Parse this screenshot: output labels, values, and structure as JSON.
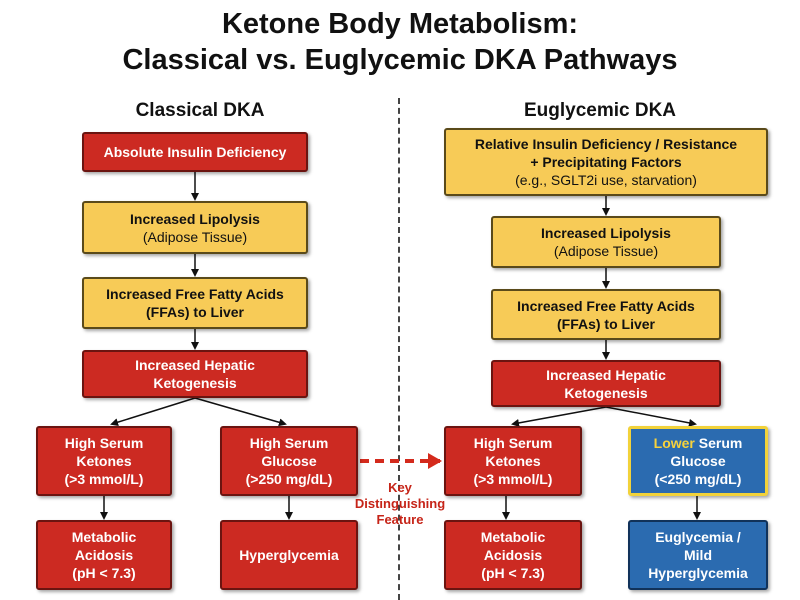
{
  "title": {
    "line1": "Ketone Body Metabolism:",
    "line2": "Classical vs. Euglycemic DKA Pathways"
  },
  "classical": {
    "heading": "Classical DKA",
    "insulin": {
      "line1": "Absolute Insulin Deficiency"
    },
    "lipolysis": {
      "line1": "Increased Lipolysis",
      "line2": "(Adipose Tissue)"
    },
    "ffa": {
      "line1": "Increased Free Fatty Acids",
      "line2": "(FFAs) to Liver"
    },
    "ketogenesis": {
      "line1": "Increased Hepatic",
      "line2": "Ketogenesis"
    },
    "ketones": {
      "line1": "High Serum",
      "line2": "Ketones",
      "line3": "(>3 mmol/L)"
    },
    "glucose": {
      "line1": "High Serum",
      "line2": "Glucose",
      "line3": "(>250 mg/dL)"
    },
    "acidosis": {
      "line1": "Metabolic",
      "line2": "Acidosis",
      "line3": "(pH < 7.3)"
    },
    "hyperglycemia": {
      "line1": "Hyperglycemia"
    }
  },
  "euglycemic": {
    "heading": "Euglycemic DKA",
    "insulin": {
      "line1": "Relative Insulin Deficiency / Resistance",
      "line2": "+ Precipitating Factors",
      "line3": "(e.g., SGLT2i use, starvation)"
    },
    "lipolysis": {
      "line1": "Increased Lipolysis",
      "line2": "(Adipose Tissue)"
    },
    "ffa": {
      "line1": "Increased Free Fatty Acids",
      "line2": "(FFAs) to Liver"
    },
    "ketogenesis": {
      "line1": "Increased Hepatic",
      "line2": "Ketogenesis"
    },
    "ketones": {
      "line1": "High Serum",
      "line2": "Ketones",
      "line3": "(>3 mmol/L)"
    },
    "glucose": {
      "line1a": "Lower",
      "line1b": " Serum",
      "line2": "Glucose",
      "line3": "(<250 mg/dL)"
    },
    "acidosis": {
      "line1": "Metabolic",
      "line2": "Acidosis",
      "line3": "(pH < 7.3)"
    },
    "outcome": {
      "line1": "Euglycemia /",
      "line2": "Mild",
      "line3": "Hyperglycemia"
    }
  },
  "key_feature": {
    "line1": "Key",
    "line2": "Distinguishing",
    "line3": "Feature"
  },
  "colors": {
    "red": "#cc2a22",
    "yellow": "#f7cb57",
    "blue": "#2b6bb0",
    "highlight": "#f2d23a",
    "key_arrow": "#d42a1c"
  }
}
